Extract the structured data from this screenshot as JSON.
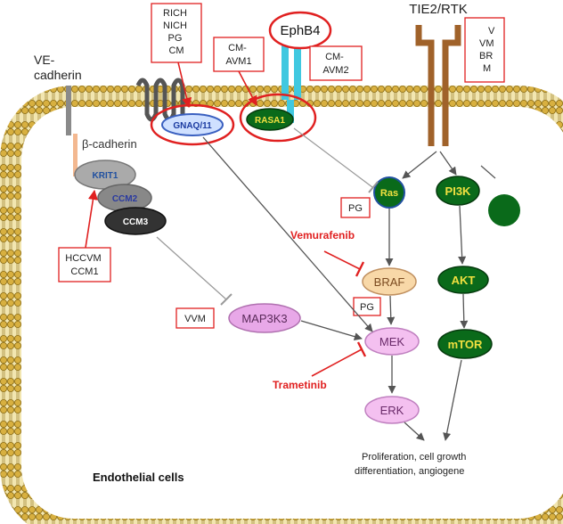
{
  "membrane": {
    "ve_cadherin": "VE-\ncadherin",
    "b_cadherin": "β-cadherin",
    "ephb4": "EphB4",
    "tie2_rtk": "TIE2/RTK",
    "endothelial_cells": "Endothelial cells"
  },
  "proteins": {
    "gnaq": "GNAQ/11",
    "rasa1": "RASA1",
    "krit1": "KRIT1",
    "ccm2": "CCM2",
    "ccm3": "CCM3",
    "ras": "Ras",
    "pi3k": "PI3K",
    "braf": "BRAF",
    "akt": "AKT",
    "mek": "MEK",
    "mtor": "mTOR",
    "erk": "ERK",
    "map3k3": "MAP3K3"
  },
  "boxes": {
    "rich": "RICH\nNICH\nPG\nCM",
    "cm_avm1": "CM-\nAVM1",
    "cm_avm2": "CM-\nAVM2",
    "right_cut": "V\nVM\nBR\nM",
    "hccvm": "HCCVM\nCCM1",
    "pg_ras": "PG",
    "pg_mek": "PG",
    "vvm": "VVM"
  },
  "drugs": {
    "vemurafenib": "Vemurafenib",
    "trametinib": "Trametinib"
  },
  "outcome": "Proliferation, cell growth\ndifferentiation, angiogene",
  "colors": {
    "membrane_gold": "#d8b040",
    "annotation_red": "#e02020",
    "node_green": "#0a6a1a",
    "tie2_brown": "#a0622a",
    "ephb4_cyan": "#40c8e0",
    "map3k3_pink": "#e8a8e8",
    "braf_peach": "#f8d8a8"
  }
}
